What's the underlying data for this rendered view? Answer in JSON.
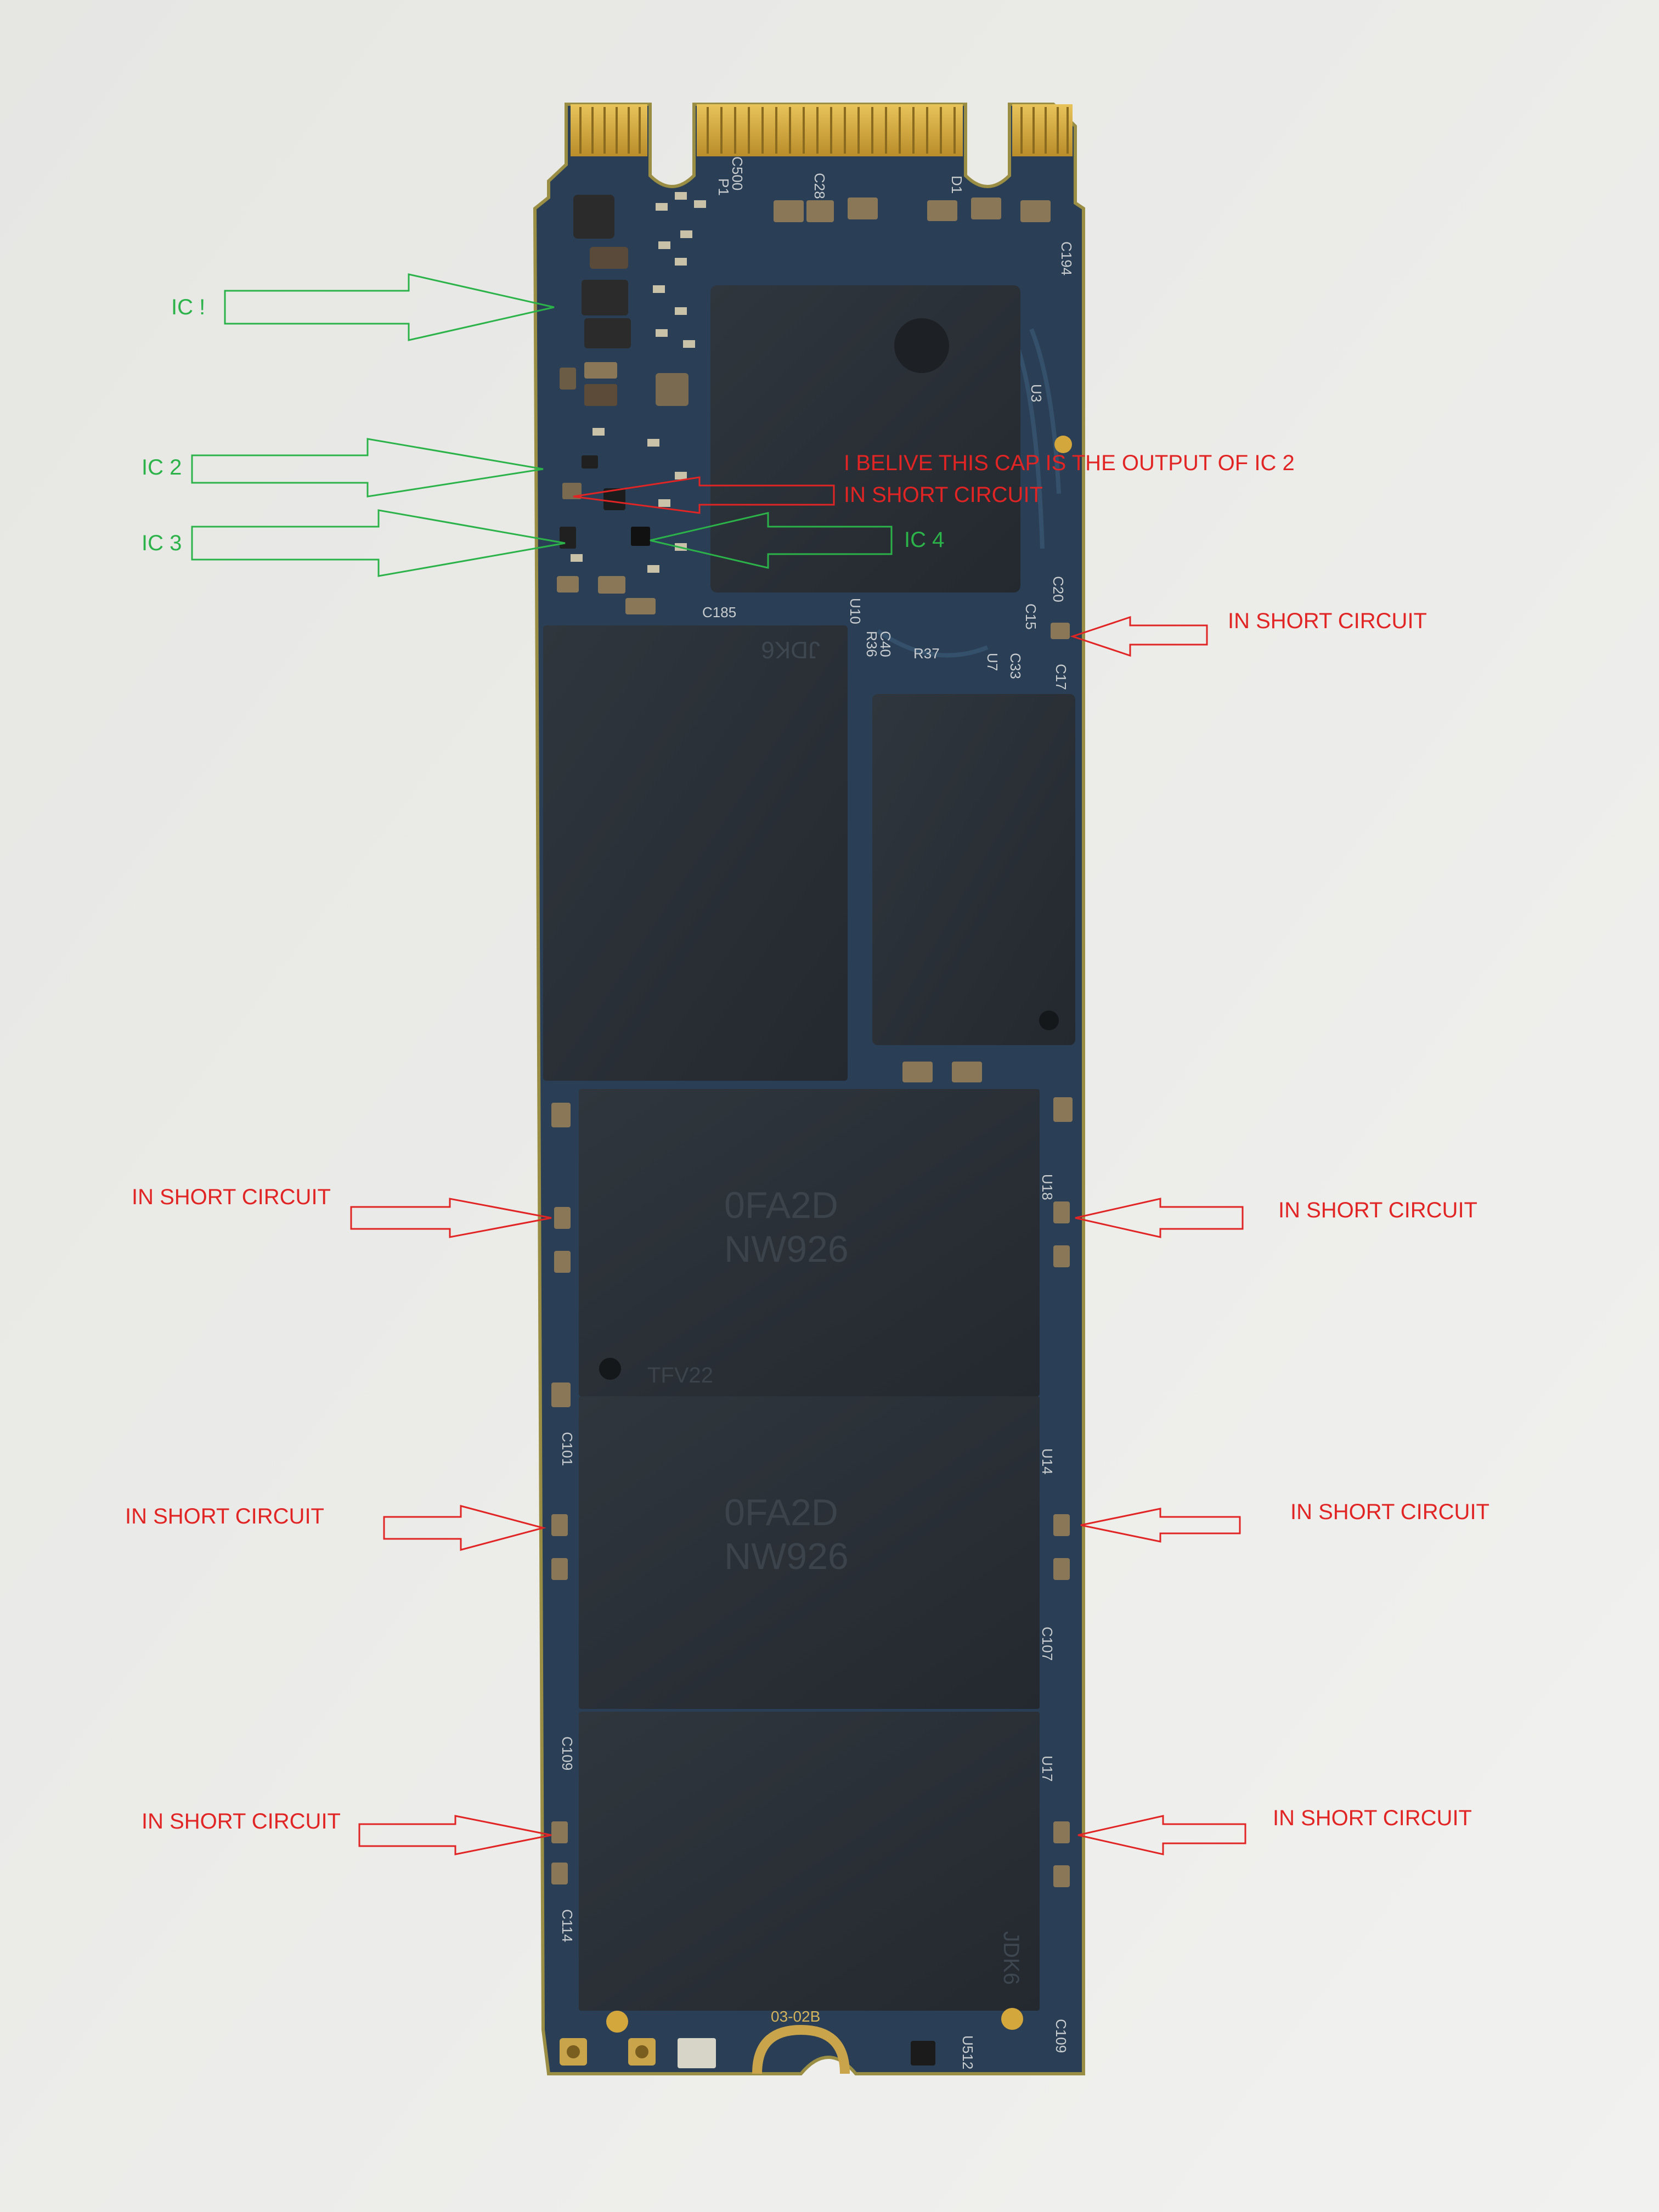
{
  "colors": {
    "background": "#e9e9e7",
    "pcb": "#2a3f55",
    "chip": "#2b3137",
    "gold": "#d4a73d",
    "green_annotation": "#2bb34a",
    "red_annotation": "#e12424"
  },
  "board_markings": {
    "p1": "P1",
    "c500": "C500",
    "c28": "C28",
    "d1": "D1",
    "c194": "C194",
    "u3": "U3",
    "c185": "C185",
    "u10": "U10",
    "c40": "C40",
    "r36": "R36",
    "r37": "R37",
    "u7": "U7",
    "c33": "C33",
    "c20": "C20",
    "c15": "C15",
    "c17": "C17",
    "jdk6_top": "JDK6",
    "u18": "U18",
    "nand1_line1": "0FA2D",
    "nand1_line2": "NW926",
    "nand1_line3": "TFV22",
    "nand2_line1": "0FA2D",
    "nand2_line2": "NW926",
    "c101": "C101",
    "u14": "U14",
    "c107": "C107",
    "c109_left": "C109",
    "u17": "U17",
    "c114": "C114",
    "jdk6_bottom": "JDK6",
    "c109_right": "C109",
    "u512": "U512",
    "bottom_code": "03-02B"
  },
  "annotations": {
    "ic1": "IC !",
    "ic2": "IC 2",
    "ic3": "IC 3",
    "ic4": "IC 4",
    "cap_note_line1": "I BELIVE THIS CAP IS THE OUTPUT OF IC 2",
    "cap_note_line2": "IN SHORT CIRCUIT",
    "short_right_1": "IN SHORT CIRCUIT",
    "short_left_1": "IN SHORT CIRCUIT",
    "short_right_2": "IN SHORT CIRCUIT",
    "short_left_2": "IN SHORT CIRCUIT",
    "short_right_3": "IN SHORT CIRCUIT",
    "short_left_3": "IN SHORT CIRCUIT",
    "short_right_4": "IN SHORT CIRCUIT"
  }
}
